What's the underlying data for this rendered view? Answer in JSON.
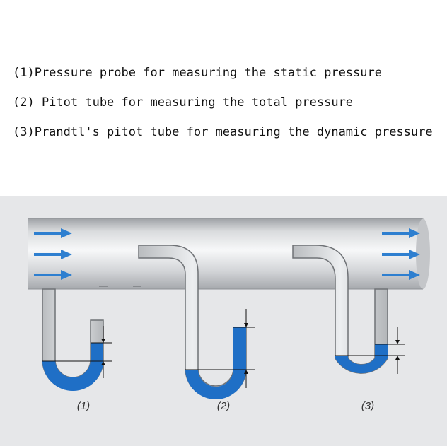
{
  "captions": {
    "line1": "(1)Pressure probe for measuring the static pressure",
    "line2": "(2) Pitot tube for measuring the total pressure",
    "line3": "(3)Prandtl's pitot tube for measuring the dynamic pressure"
  },
  "diagram": {
    "labels": {
      "probe1": "(1)",
      "probe2": "(2)",
      "probe3": "(3)"
    },
    "colors": {
      "background": "#e6e7e9",
      "pipe": "#c4c6c9",
      "liquid": "#1f6fc6",
      "flow_arrow": "#2e7fd0"
    },
    "icons": {
      "flow": "arrow-right-icon",
      "difference": "arrow-pair-icon"
    }
  }
}
